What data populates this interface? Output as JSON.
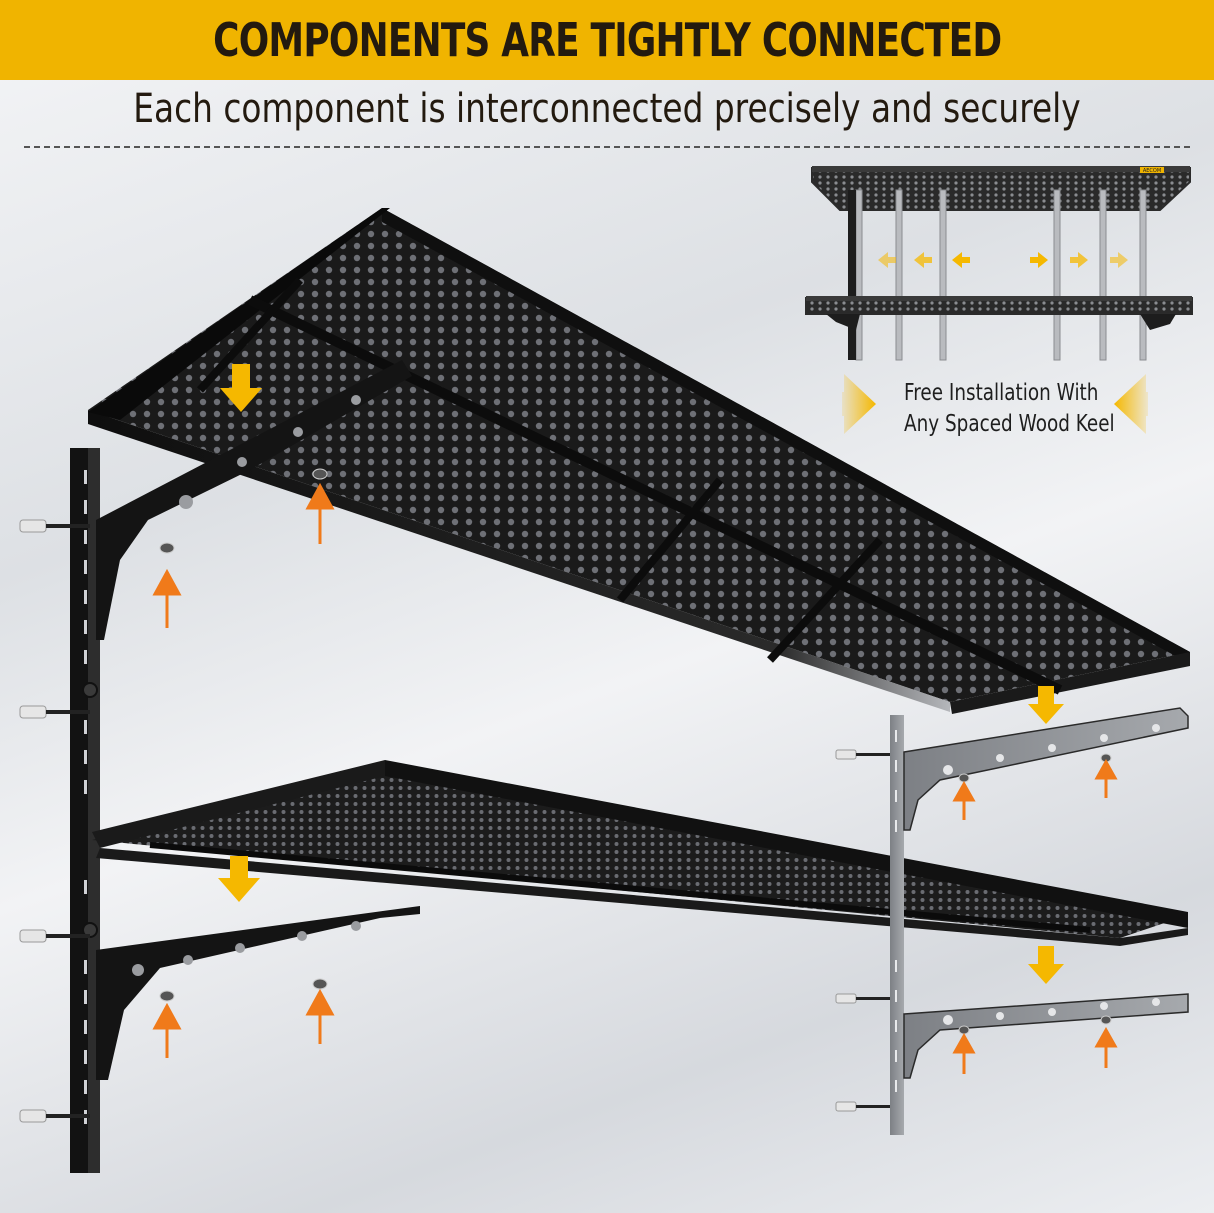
{
  "header": {
    "title": "COMPONENTS ARE TIGHTLY CONNECTED",
    "subtitle": "Each component is interconnected precisely and securely"
  },
  "inset": {
    "brand_label": "AECOM",
    "caption_line1": "Free Installation With",
    "caption_line2": "Any Spaced Wood Keel"
  },
  "colors": {
    "banner": "#f0b400",
    "text_dark": "#231a0f",
    "shelf_black": "#151515",
    "arrow_yellow": "#f5b800",
    "arrow_orange": "#f07a1a",
    "bracket_gray": "#8b8d91"
  }
}
